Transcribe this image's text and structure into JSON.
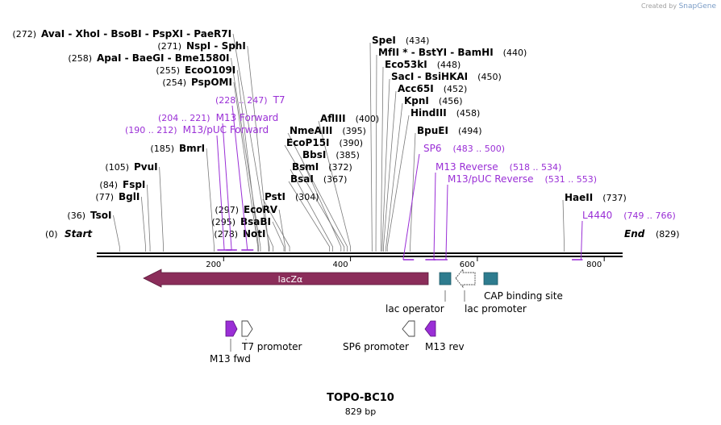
{
  "branding": {
    "prefix": "Created by",
    "name": "SnapGene"
  },
  "map": {
    "name": "TOPO-BC10",
    "length_label": "829 bp",
    "start_label": "Start",
    "end_label": "End",
    "start_pos": "(0)",
    "end_pos": "(829)",
    "ruler": [
      {
        "bp": 200,
        "label": "200"
      },
      {
        "bp": 400,
        "label": "400"
      },
      {
        "bp": 600,
        "label": "600"
      },
      {
        "bp": 800,
        "label": "800"
      }
    ],
    "enzymes": [
      {
        "names": [
          "TsoI"
        ],
        "pos": "(36)",
        "bp": 36
      },
      {
        "names": [
          "BglI"
        ],
        "pos": "(77)",
        "bp": 77
      },
      {
        "names": [
          "FspI"
        ],
        "pos": "(84)",
        "bp": 84
      },
      {
        "names": [
          "PvuI"
        ],
        "pos": "(105)",
        "bp": 105
      },
      {
        "names": [
          "BmrI"
        ],
        "pos": "(185)",
        "bp": 185
      },
      {
        "names": [
          "ApaI",
          "BaeGI",
          "Bme1580I"
        ],
        "pos": "(258)",
        "bp": 258
      },
      {
        "names": [
          "EcoO109I"
        ],
        "pos": "(255)",
        "bp": 255
      },
      {
        "names": [
          "PspOMI"
        ],
        "pos": "(254)",
        "bp": 254
      },
      {
        "names": [
          "NspI",
          "SphI"
        ],
        "pos": "(271)",
        "bp": 271
      },
      {
        "names": [
          "AvaI",
          "XhoI",
          "BsoBI",
          "PspXI",
          "PaeR7I"
        ],
        "pos": "(272)",
        "bp": 272
      },
      {
        "names": [
          "NotI"
        ],
        "pos": "(278)",
        "bp": 278
      },
      {
        "names": [
          "BsaBI"
        ],
        "pos": "(295)",
        "bp": 295
      },
      {
        "names": [
          "EcoRV"
        ],
        "pos": "(297)",
        "bp": 297
      },
      {
        "names": [
          "PstI"
        ],
        "pos": "(304)",
        "bp": 304
      },
      {
        "names": [
          "BsaI"
        ],
        "pos": "(367)",
        "bp": 367
      },
      {
        "names": [
          "BsmI"
        ],
        "pos": "(372)",
        "bp": 372
      },
      {
        "names": [
          "BbsI"
        ],
        "pos": "(385)",
        "bp": 385
      },
      {
        "names": [
          "EcoP15I"
        ],
        "pos": "(390)",
        "bp": 390
      },
      {
        "names": [
          "NmeAIII"
        ],
        "pos": "(395)",
        "bp": 395
      },
      {
        "names": [
          "AflIII"
        ],
        "pos": "(400)",
        "bp": 400
      },
      {
        "names": [
          "SpeI"
        ],
        "pos": "(434)",
        "bp": 434
      },
      {
        "names": [
          "MfII",
          "BstYI",
          "BamHI"
        ],
        "pos": "(440)",
        "bp": 440,
        "star": "*"
      },
      {
        "names": [
          "Eco53kI"
        ],
        "pos": "(448)",
        "bp": 448
      },
      {
        "names": [
          "SacI",
          "BsiHKAI"
        ],
        "pos": "(450)",
        "bp": 450
      },
      {
        "names": [
          "Acc65I"
        ],
        "pos": "(452)",
        "bp": 452
      },
      {
        "names": [
          "KpnI"
        ],
        "pos": "(456)",
        "bp": 456
      },
      {
        "names": [
          "HindIII"
        ],
        "pos": "(458)",
        "bp": 458
      },
      {
        "names": [
          "BpuEI"
        ],
        "pos": "(494)",
        "bp": 494
      },
      {
        "names": [
          "HaeII"
        ],
        "pos": "(737)",
        "bp": 737
      }
    ],
    "primers": [
      {
        "name": "T7",
        "range": "(228 .. 247)",
        "from": 228,
        "to": 247
      },
      {
        "name": "M13 Forward",
        "range": "(204 .. 221)",
        "from": 204,
        "to": 221
      },
      {
        "name": "M13/pUC Forward",
        "range": "(190 .. 212)",
        "from": 190,
        "to": 212
      },
      {
        "name": "SP6",
        "range": "(483 .. 500)",
        "from": 483,
        "to": 500
      },
      {
        "name": "M13 Reverse",
        "range": "(518 .. 534)",
        "from": 518,
        "to": 534
      },
      {
        "name": "M13/pUC Reverse",
        "range": "(531 .. 553)",
        "from": 531,
        "to": 553
      },
      {
        "name": "L4440",
        "range": "(749 .. 766)",
        "from": 749,
        "to": 766
      }
    ],
    "features": [
      {
        "name": "lacZα",
        "type": "gene",
        "color": "#8b2d5a"
      },
      {
        "name": "lac operator",
        "type": "protein_bind",
        "color": "#2e7c8f"
      },
      {
        "name": "lac promoter",
        "type": "promoter",
        "color": "#ffffff"
      },
      {
        "name": "CAP binding site",
        "type": "protein_bind",
        "color": "#2e7c8f"
      },
      {
        "name": "M13 fwd",
        "type": "primer_bind",
        "color": "#9a2fd6"
      },
      {
        "name": "T7 promoter",
        "type": "promoter",
        "color": "#ffffff"
      },
      {
        "name": "SP6 promoter",
        "type": "promoter",
        "color": "#ffffff"
      },
      {
        "name": "M13 rev",
        "type": "primer_bind",
        "color": "#9a2fd6"
      }
    ],
    "colors": {
      "primer": "#9a2fd6",
      "backbone": "#000000",
      "gene": "#8b2d5a",
      "bind": "#2e7c8f"
    }
  }
}
